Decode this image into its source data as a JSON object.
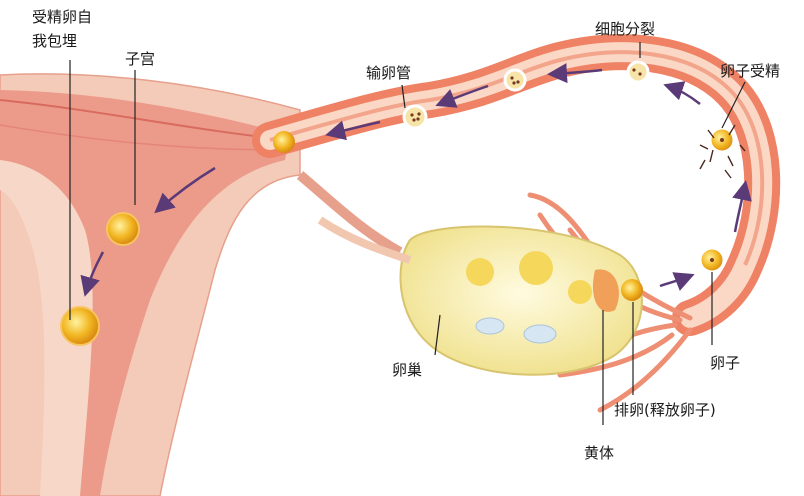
{
  "labels": {
    "implant": [
      "受精卵自",
      "我包埋"
    ],
    "uterus": "子宫",
    "fallopian_tube": "输卵管",
    "cell_division": "细胞分裂",
    "fertilization": "卵子受精",
    "ovum": "卵子",
    "ovary": "卵巢",
    "ovulation": "排卵(释放卵子)",
    "corpus_luteum": "黄体"
  },
  "colors": {
    "uterus_fill": "#f3c9b6",
    "uterus_inner": "#ea8a79",
    "tube_outer": "#f08a6c",
    "tube_inner": "#fbe6d8",
    "ovary_fill": "#f8efb2",
    "egg": "#f2b622",
    "arrow": "#5b3a78"
  }
}
